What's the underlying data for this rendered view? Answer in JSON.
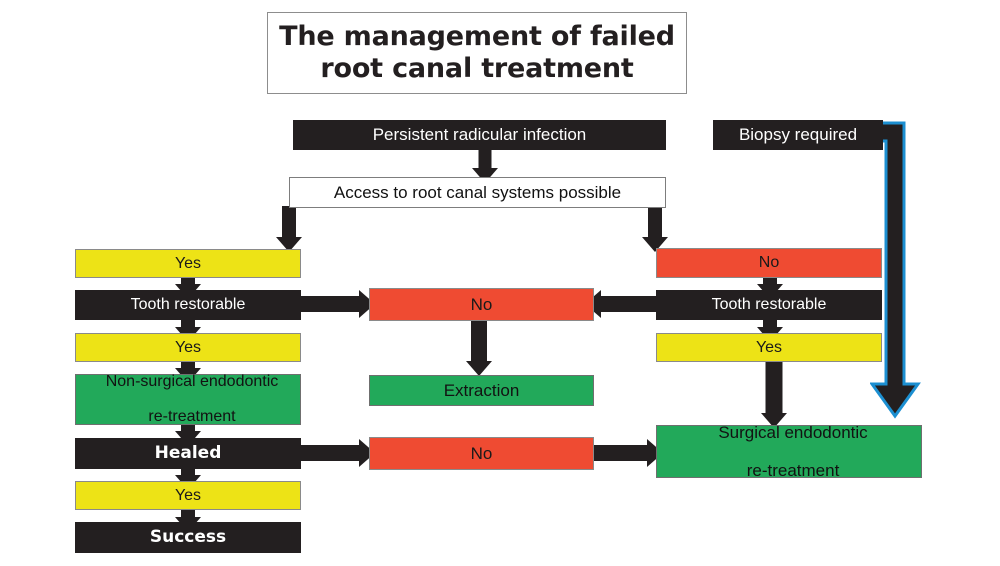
{
  "title": {
    "line1": "The management of failed",
    "line2": "root canal treatment"
  },
  "colors": {
    "black": "#231f20",
    "white": "#ffffff",
    "yellow": "#ede316",
    "red": "#ef4b32",
    "green": "#22a95a",
    "arrow_highlight": "#1c8fd1",
    "border_gray": "#8a8a8a"
  },
  "nodes": {
    "persistent_infection": "Persistent radicular infection",
    "biopsy_required": "Biopsy required",
    "access_possible": "Access to root canal systems possible",
    "left_yes_1": "Yes",
    "left_tooth_restorable": "Tooth restorable",
    "left_yes_2": "Yes",
    "nonsurgical_retreatment_line1": "Non-surgical endodontic",
    "nonsurgical_retreatment_line2": "re-treatment",
    "healed": "Healed",
    "left_yes_3": "Yes",
    "success": "Success",
    "mid_no_1": "No",
    "extraction": "Extraction",
    "mid_no_2": "No",
    "right_no_top": "No",
    "right_tooth_restorable": "Tooth restorable",
    "right_yes": "Yes",
    "surgical_retreatment_line1": "Surgical endodontic",
    "surgical_retreatment_line2": "re-treatment"
  },
  "chart_data": {
    "type": "flowchart",
    "title": "The management of failed root canal treatment",
    "nodes": [
      {
        "id": "persistent_infection",
        "label": "Persistent radicular infection",
        "color": "#231f20",
        "column": "center-top"
      },
      {
        "id": "biopsy_required",
        "label": "Biopsy required",
        "color": "#231f20",
        "column": "right-top"
      },
      {
        "id": "access_possible",
        "label": "Access to root canal systems possible",
        "color": "#ffffff",
        "column": "center-top"
      },
      {
        "id": "left_yes_1",
        "label": "Yes",
        "color": "#ede316",
        "column": "left"
      },
      {
        "id": "left_tooth_restorable",
        "label": "Tooth restorable",
        "color": "#231f20",
        "column": "left"
      },
      {
        "id": "left_yes_2",
        "label": "Yes",
        "color": "#ede316",
        "column": "left"
      },
      {
        "id": "nonsurgical_retreatment",
        "label": "Non-surgical endodontic re-treatment",
        "color": "#22a95a",
        "column": "left"
      },
      {
        "id": "healed",
        "label": "Healed",
        "color": "#231f20",
        "column": "left"
      },
      {
        "id": "left_yes_3",
        "label": "Yes",
        "color": "#ede316",
        "column": "left"
      },
      {
        "id": "success",
        "label": "Success",
        "color": "#231f20",
        "column": "left"
      },
      {
        "id": "mid_no_1",
        "label": "No",
        "color": "#ef4b32",
        "column": "middle"
      },
      {
        "id": "extraction",
        "label": "Extraction",
        "color": "#22a95a",
        "column": "middle"
      },
      {
        "id": "mid_no_2",
        "label": "No",
        "color": "#ef4b32",
        "column": "middle"
      },
      {
        "id": "right_no_top",
        "label": "No",
        "color": "#ef4b32",
        "column": "right"
      },
      {
        "id": "right_tooth_restorable",
        "label": "Tooth restorable",
        "color": "#231f20",
        "column": "right"
      },
      {
        "id": "right_yes",
        "label": "Yes",
        "color": "#ede316",
        "column": "right"
      },
      {
        "id": "surgical_retreatment",
        "label": "Surgical endodontic re-treatment",
        "color": "#22a95a",
        "column": "right"
      }
    ],
    "edges": [
      {
        "from": "persistent_infection",
        "to": "access_possible",
        "direction": "down"
      },
      {
        "from": "access_possible",
        "to": "left_yes_1",
        "direction": "down"
      },
      {
        "from": "access_possible",
        "to": "right_no_top",
        "direction": "down"
      },
      {
        "from": "left_yes_1",
        "to": "left_tooth_restorable",
        "direction": "down"
      },
      {
        "from": "left_tooth_restorable",
        "to": "mid_no_1",
        "direction": "right"
      },
      {
        "from": "left_tooth_restorable",
        "to": "left_yes_2",
        "direction": "down"
      },
      {
        "from": "left_yes_2",
        "to": "nonsurgical_retreatment",
        "direction": "down"
      },
      {
        "from": "nonsurgical_retreatment",
        "to": "healed",
        "direction": "down"
      },
      {
        "from": "healed",
        "to": "mid_no_2",
        "direction": "right"
      },
      {
        "from": "healed",
        "to": "left_yes_3",
        "direction": "down"
      },
      {
        "from": "left_yes_3",
        "to": "success",
        "direction": "down"
      },
      {
        "from": "mid_no_1",
        "to": "extraction",
        "direction": "down"
      },
      {
        "from": "mid_no_2",
        "to": "surgical_retreatment",
        "direction": "right"
      },
      {
        "from": "right_no_top",
        "to": "right_tooth_restorable",
        "direction": "down"
      },
      {
        "from": "right_tooth_restorable",
        "to": "mid_no_1",
        "direction": "left"
      },
      {
        "from": "right_tooth_restorable",
        "to": "right_yes",
        "direction": "down"
      },
      {
        "from": "right_yes",
        "to": "surgical_retreatment",
        "direction": "down"
      },
      {
        "from": "biopsy_required",
        "to": "surgical_retreatment",
        "direction": "elbow-right-down",
        "highlight": "#1c8fd1"
      }
    ]
  }
}
